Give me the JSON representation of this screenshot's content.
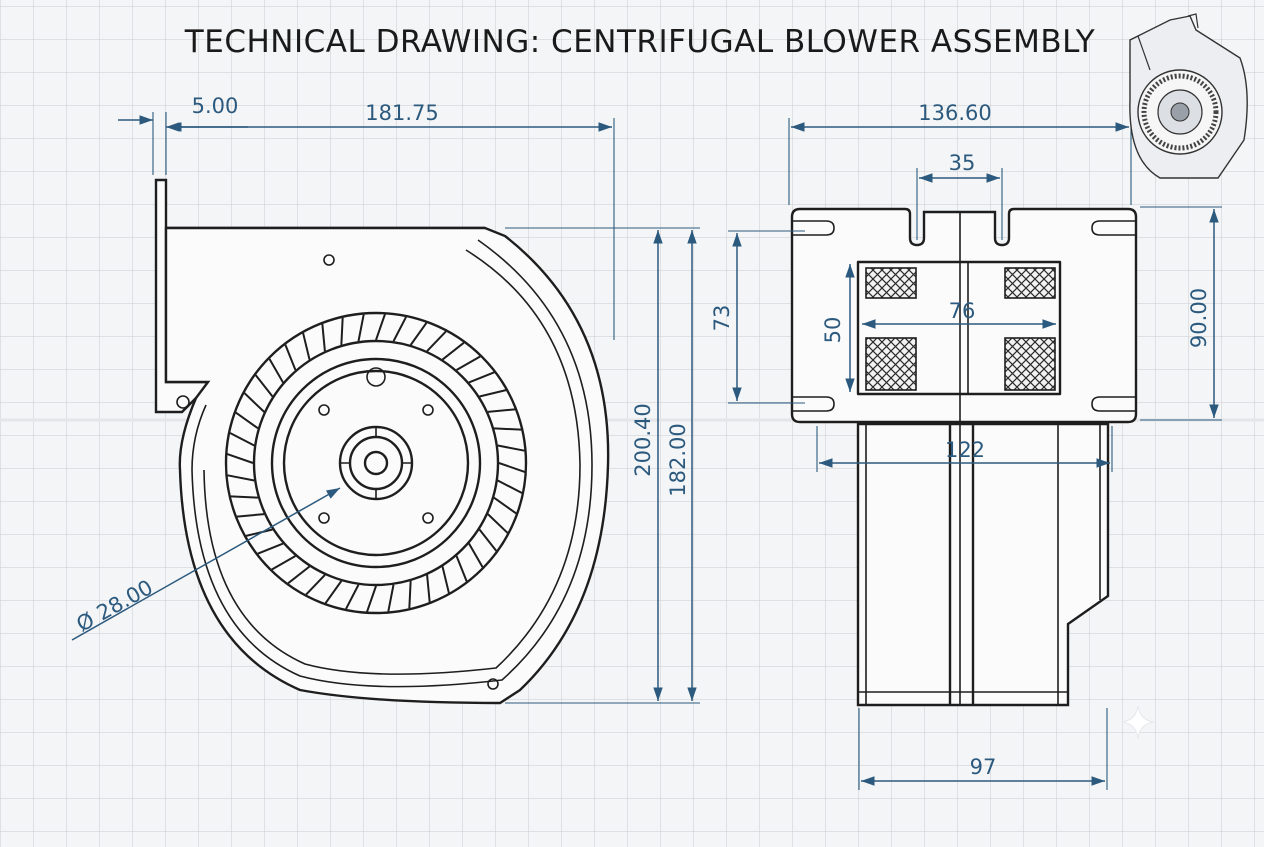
{
  "title": "TECHNICAL DRAWING: CENTRIFUGAL BLOWER ASSEMBLY",
  "colors": {
    "ink": "#1e1e1e",
    "dimension": "#2c5a7e",
    "grid": "#c9ccd2",
    "paper": "#f4f5f7"
  },
  "front_view": {
    "dims": {
      "flange_thickness": "5.00",
      "overall_width": "181.75",
      "overall_height": "200.40",
      "housing_height": "182.00",
      "hub_diameter": "Ø 28.00"
    }
  },
  "side_view": {
    "dims": {
      "overall_width": "136.60",
      "slot_spacing": "35",
      "outlet_height": "73",
      "flange_height": "90.00",
      "opening_height": "50",
      "opening_width": "76",
      "body_width": "122",
      "motor_width": "97"
    }
  },
  "thumbnail_icon": "blower-3d-preview-icon",
  "corner_icon": "sparkle-icon"
}
